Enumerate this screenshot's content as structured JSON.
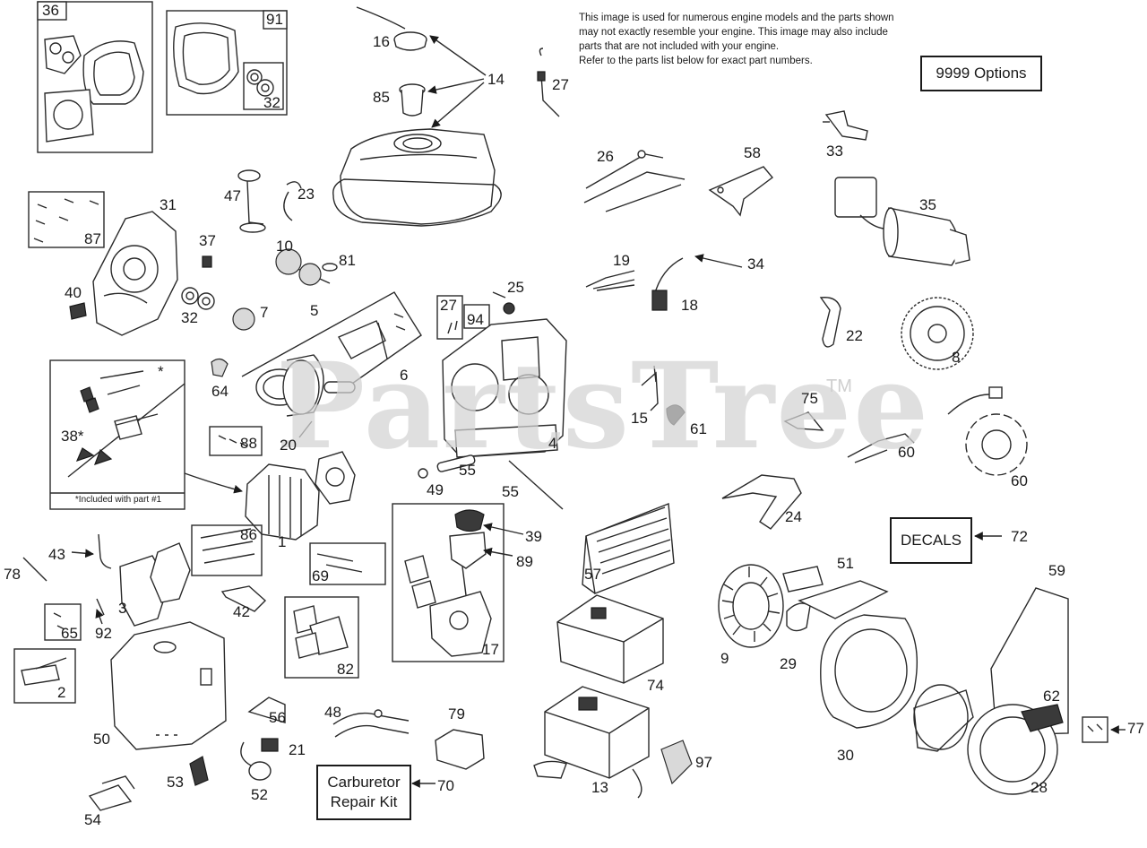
{
  "notice": {
    "lines": [
      "This image is used for numerous engine models and the parts shown",
      "may not exactly resemble your engine. This image may also include",
      "parts that are not included with your engine.",
      "Refer to the parts list below for exact part numbers."
    ]
  },
  "boxes": {
    "options": "9999  Options",
    "decals": "DECALS",
    "carb_kit_line1": "Carburetor",
    "carb_kit_line2": "Repair Kit"
  },
  "included_note": "*Included with part #1",
  "asterisk": "*",
  "watermark": {
    "brand": "PartsTree",
    "tm": "TM"
  },
  "callouts": {
    "c36": "36",
    "c91": "91",
    "c32a": "32",
    "c16": "16",
    "c85": "85",
    "c14": "14",
    "c27a": "27",
    "c33": "33",
    "c26": "26",
    "c58": "58",
    "c35": "35",
    "c31": "31",
    "c47": "47",
    "c23": "23",
    "c87": "87",
    "c37": "37",
    "c10": "10",
    "c81": "81",
    "c40": "40",
    "c32b": "32",
    "c7": "7",
    "c5": "5",
    "c27b": "27",
    "c94": "94",
    "c25": "25",
    "c19": "19",
    "c34": "34",
    "c18": "18",
    "c22": "22",
    "c8": "8",
    "c64": "64",
    "c6": "6",
    "c38": "38*",
    "c15": "15",
    "c61": "61",
    "c75": "75",
    "c4": "4",
    "c20": "20",
    "c88": "88",
    "c60a": "60",
    "c60b": "60",
    "c49": "49",
    "c55a": "55",
    "c55b": "55",
    "c1": "1",
    "c24": "24",
    "c39": "39",
    "c89": "89",
    "c72": "72",
    "c86": "86",
    "c57": "57",
    "c51": "51",
    "c59": "59",
    "c43": "43",
    "c78": "78",
    "c69": "69",
    "c3": "3",
    "c42": "42",
    "c65": "65",
    "c92": "92",
    "c17": "17",
    "c74": "74",
    "c9": "9",
    "c29": "29",
    "c82": "82",
    "c2": "2",
    "c62": "62",
    "c50": "50",
    "c56": "56",
    "c48": "48",
    "c79": "79",
    "c21": "21",
    "c13": "13",
    "c97": "97",
    "c30": "30",
    "c77": "77",
    "c53": "53",
    "c52": "52",
    "c70": "70",
    "c28": "28",
    "c54": "54"
  }
}
